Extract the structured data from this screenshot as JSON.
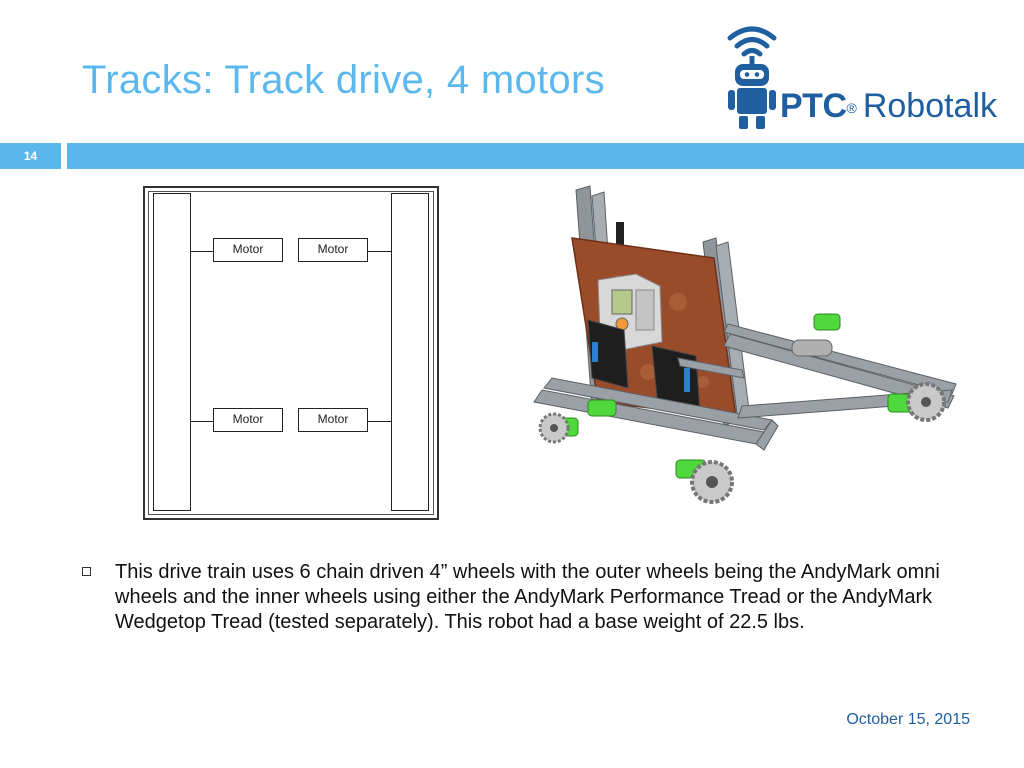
{
  "slide": {
    "title": "Tracks: Track drive, 4 motors",
    "number": "14",
    "date": "October 15, 2015"
  },
  "logo": {
    "brand": "PTC",
    "registered": "®",
    "product": "Robotalk",
    "icon": "robot-wifi-icon",
    "color": "#1f5fa0"
  },
  "theme": {
    "accent": "#5bb8ee",
    "text_dark": "#111111"
  },
  "diagram": {
    "motor_labels": [
      "Motor",
      "Motor",
      "Motor",
      "Motor"
    ]
  },
  "bullets": [
    {
      "text": "This drive train uses 6 chain driven 4” wheels with the outer wheels being the AndyMark omni wheels and the inner wheels using either the AndyMark Performance Tread or the AndyMark Wedgetop Tread (tested separately). This robot had a base weight of 22.5 lbs."
    }
  ]
}
